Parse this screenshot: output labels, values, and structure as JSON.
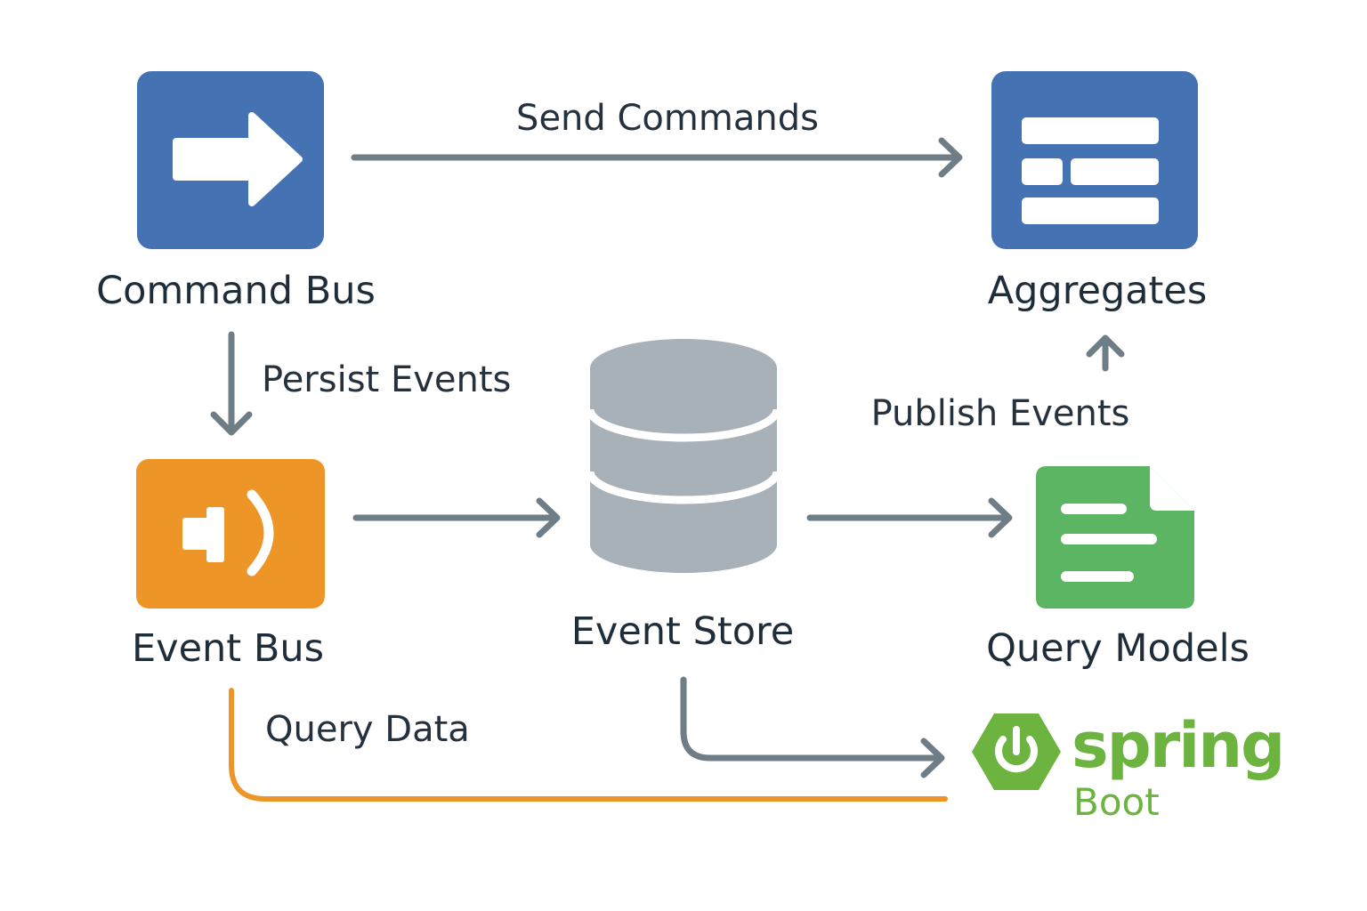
{
  "colors": {
    "command_bus": "#4472b3",
    "aggregates": "#4472b3",
    "event_bus": "#ee9527",
    "event_store": "#a8b1b8",
    "query_models": "#5cb563",
    "spring": "#6cb43f",
    "arrow_gray": "#6f7d87",
    "arrow_orange": "#ee9527",
    "text": "#1f2d3a"
  },
  "nodes": {
    "command_bus": {
      "label": "Command Bus",
      "icon": "arrow-right-icon"
    },
    "aggregates": {
      "label": "Aggregates",
      "icon": "form-layout-icon"
    },
    "event_bus": {
      "label": "Event Bus",
      "icon": "broadcast-icon"
    },
    "event_store": {
      "label": "Event Store",
      "icon": "database-icon"
    },
    "query_models": {
      "label": "Query Models",
      "icon": "document-icon"
    },
    "spring_boot": {
      "label": "spring",
      "sublabel": "Boot",
      "icon": "power-icon"
    }
  },
  "edges": {
    "send_commands": {
      "label": "Send Commands",
      "from": "Command Bus",
      "to": "Aggregates"
    },
    "persist_events": {
      "label": "Persist Events",
      "from": "Command Bus",
      "to": "Event Bus"
    },
    "publish_events": {
      "label": "Publish Events",
      "from": "Query Models",
      "to": "Aggregates"
    },
    "query_data": {
      "label": "Query Data",
      "from": "Event Bus",
      "to": "spring Boot"
    },
    "bus_to_store": {
      "label": "",
      "from": "Event Bus",
      "to": "Event Store"
    },
    "store_to_models": {
      "label": "",
      "from": "Event Store",
      "to": "Query Models"
    },
    "store_to_spring": {
      "label": "",
      "from": "Event Store",
      "to": "spring Boot"
    }
  }
}
